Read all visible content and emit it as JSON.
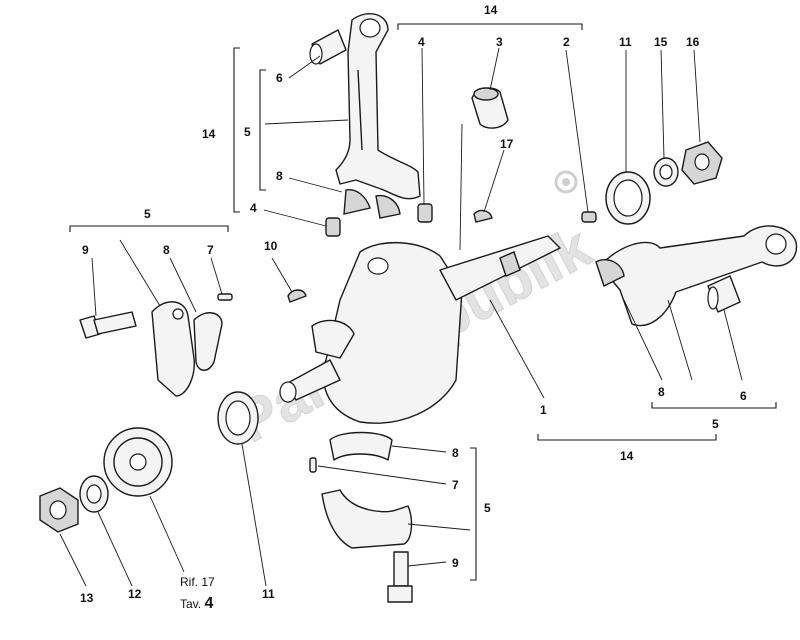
{
  "diagram": {
    "watermark": "PartsRepublik",
    "reference": {
      "prefix": "Rif.",
      "number": "17",
      "table_label": "Tav.",
      "table_number": "4"
    },
    "callouts": [
      {
        "id": "c14a",
        "text": "14"
      },
      {
        "id": "c4a",
        "text": "4"
      },
      {
        "id": "c3",
        "text": "3"
      },
      {
        "id": "c2",
        "text": "2"
      },
      {
        "id": "c11a",
        "text": "11"
      },
      {
        "id": "c15",
        "text": "15"
      },
      {
        "id": "c16",
        "text": "16"
      },
      {
        "id": "c6a",
        "text": "6"
      },
      {
        "id": "c14b",
        "text": "14"
      },
      {
        "id": "c5a",
        "text": "5"
      },
      {
        "id": "c8a",
        "text": "8"
      },
      {
        "id": "c4b",
        "text": "4"
      },
      {
        "id": "c17",
        "text": "17"
      },
      {
        "id": "c5b",
        "text": "5"
      },
      {
        "id": "c9a",
        "text": "9"
      },
      {
        "id": "c8b",
        "text": "8"
      },
      {
        "id": "c7a",
        "text": "7"
      },
      {
        "id": "c10",
        "text": "10"
      },
      {
        "id": "c8c",
        "text": "8"
      },
      {
        "id": "c6b",
        "text": "6"
      },
      {
        "id": "c5c",
        "text": "5"
      },
      {
        "id": "c1",
        "text": "1"
      },
      {
        "id": "c14c",
        "text": "14"
      },
      {
        "id": "c8d",
        "text": "8"
      },
      {
        "id": "c7b",
        "text": "7"
      },
      {
        "id": "c5d",
        "text": "5"
      },
      {
        "id": "c9b",
        "text": "9"
      },
      {
        "id": "c13",
        "text": "13"
      },
      {
        "id": "c12",
        "text": "12"
      },
      {
        "id": "c11b",
        "text": "11"
      }
    ]
  }
}
